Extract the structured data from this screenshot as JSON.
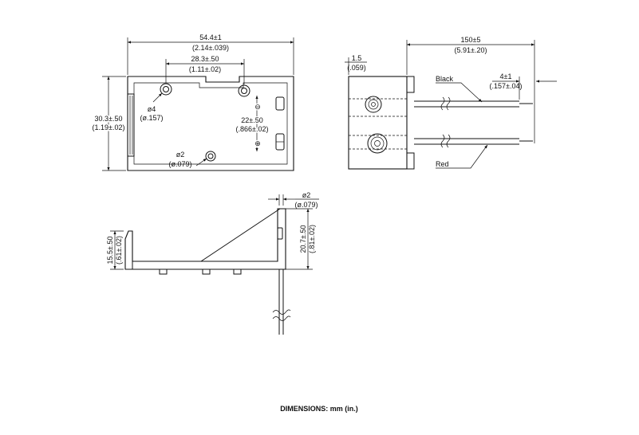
{
  "top_view": {
    "overall_length": "54.4±1",
    "overall_length_in": "(2.14±.039)",
    "hole_spacing": "28.3±.50",
    "hole_spacing_in": "(1.11±.02)",
    "height": "30.3±.50",
    "height_in": "(1.19±.02)",
    "terminal_spacing": "22±.50",
    "terminal_spacing_in": "(.866±.02)",
    "large_hole": "ø4",
    "large_hole_in": "(ø.157)",
    "small_hole": "ø2",
    "small_hole_in": "(ø.079)",
    "minus_symbol": "⊖",
    "plus_symbol": "⊕"
  },
  "end_view": {
    "wall": "1.5",
    "wall_in": "(.059)",
    "lead_length": "150±5",
    "lead_length_in": "(5.91±.20)",
    "strip": "4±1",
    "strip_in": "(.157±.04)",
    "black_label": "Black",
    "red_label": "Red"
  },
  "side_view": {
    "pin": "ø2",
    "pin_in": "(ø.079)",
    "left_height": "15.5±.50",
    "left_height_in": "(.61±.02)",
    "right_height": "20.7±.50",
    "right_height_in": "(.81±.02)"
  },
  "caption": "DIMENSIONS: mm (in.)"
}
